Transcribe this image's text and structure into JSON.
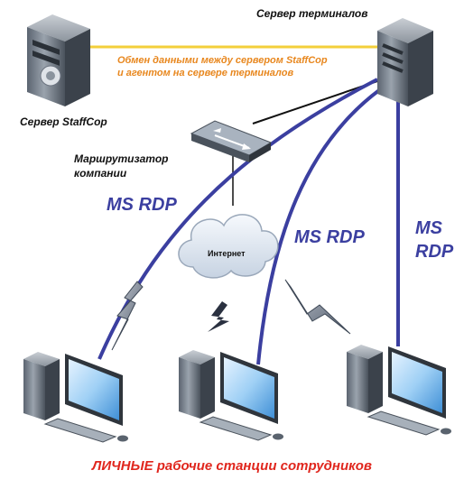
{
  "labels": {
    "terminal_server": "Сервер терминалов",
    "staffcop_server": "Сервер StaffCop",
    "exchange_line1": "Обмен данными между сервером StaffCop",
    "exchange_line2": "и агентом на сервере терминалов",
    "router_line1": "Маршрутизатор",
    "router_line2": "компании",
    "internet": "Интернет",
    "rdp_left": "MS RDP",
    "rdp_middle": "MS RDP",
    "rdp_right_line1": "MS",
    "rdp_right_line2": "RDP",
    "workstations": "ЛИЧНЫЕ рабочие станции сотрудников"
  },
  "colors": {
    "rdp_link": "#3b3fa0",
    "exchange_link": "#f3cf3a",
    "router_link": "#111111",
    "caption_red": "#e0261d",
    "caption_orange": "#e8871e"
  },
  "icons": {
    "servers": [
      "server-tower-icon",
      "server-tower-icon"
    ],
    "router": "router-icon",
    "cloud": "cloud-icon",
    "workstations": [
      "desktop-computer-icon",
      "desktop-computer-icon",
      "desktop-computer-icon"
    ],
    "lightning": [
      "lightning-bolt-icon",
      "lightning-bolt-icon",
      "lightning-bolt-icon"
    ]
  }
}
